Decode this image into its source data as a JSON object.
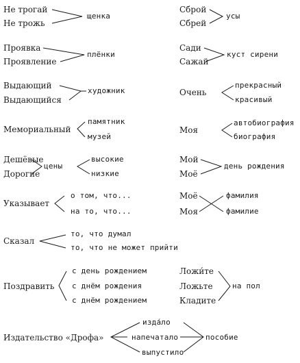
{
  "left_column": {
    "g1": {
      "a": "Не трогай",
      "b": "Не трожь",
      "target": "щенка"
    },
    "g2": {
      "a": "Проявка",
      "b": "Проявление",
      "target": "плёнки"
    },
    "g3": {
      "a": "Выдающий",
      "b": "Выдающийся",
      "target": "художник"
    },
    "g4": {
      "source": "Мемориальный",
      "a": "памятник",
      "b": "музей"
    },
    "g5": {
      "a": "Дешёвые",
      "b": "Дорогие",
      "middle": "цены",
      "c": "высокие",
      "d": "низкие"
    },
    "g6": {
      "source": "Указывает",
      "a": "о том, что...",
      "b": "на то, что..."
    },
    "g7": {
      "source": "Сказал",
      "a": "то, что думал",
      "b": "то, что не может прийти"
    },
    "g8": {
      "source": "Поздравить",
      "a": "с день рождением",
      "b": "с днём рождения",
      "c": "с днём рождением"
    }
  },
  "right_column": {
    "g1": {
      "a": "Сброй",
      "b": "Сбрей",
      "target": "усы"
    },
    "g2": {
      "a": "Сади",
      "b": "Сажай",
      "target": "куст сирени"
    },
    "g3": {
      "source": "Очень",
      "a": "прекрасный",
      "b": "красивый"
    },
    "g4": {
      "source": "Моя",
      "a": "автобиография",
      "b": "биография"
    },
    "g5": {
      "a": "Мой",
      "b": "Моё",
      "target": "день рождения"
    },
    "g6": {
      "a": "Моё",
      "b": "Моя",
      "c": "фамилия",
      "d": "фамилие"
    },
    "g7": {
      "a": "Ложи́те",
      "b": "Ложьте",
      "c": "Кладите",
      "target": "на пол"
    }
  },
  "bottom": {
    "source": "Издательство «Дрофа»",
    "a": "изда́ло",
    "b": "напечатало",
    "c": "выпустило",
    "target": "пособие"
  }
}
